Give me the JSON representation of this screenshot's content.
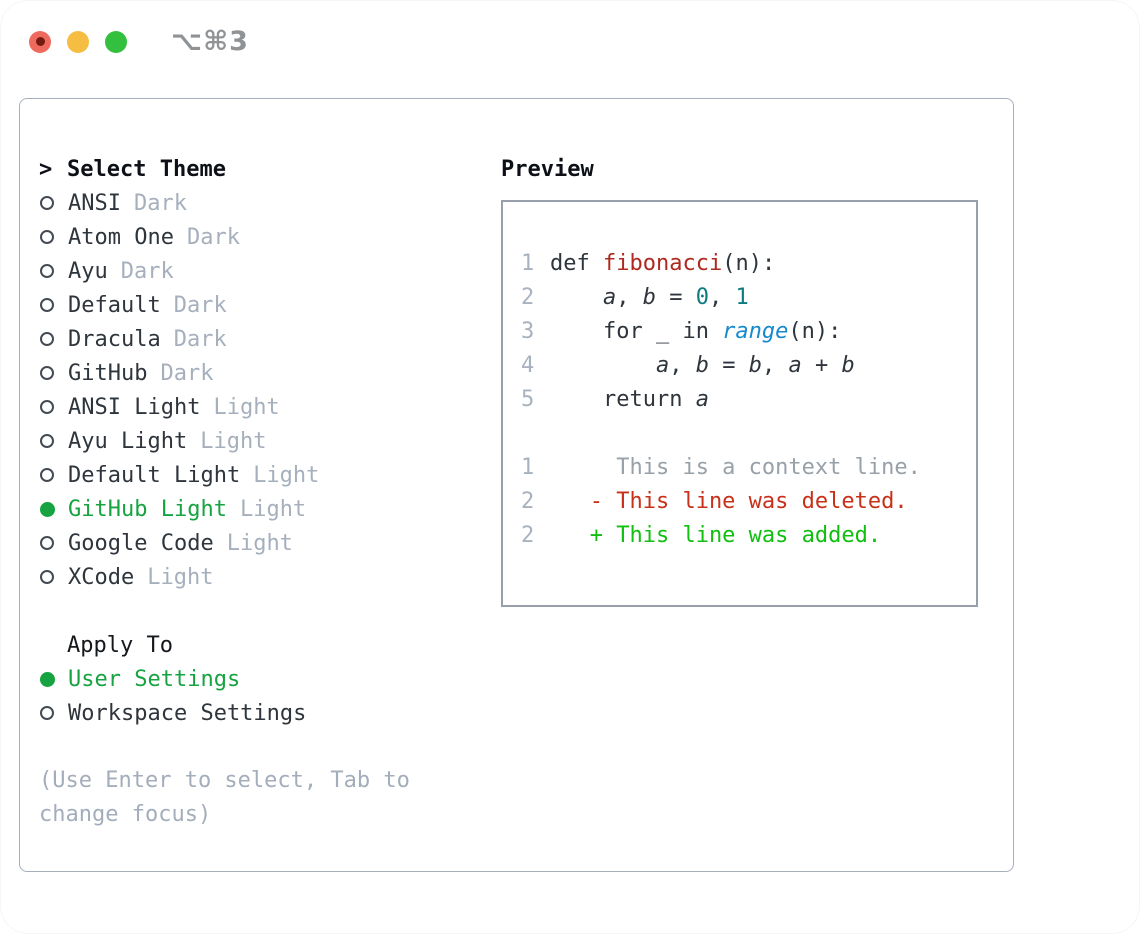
{
  "window": {
    "title": "⌥⌘3"
  },
  "colors": {
    "traffic_red": "#ee6a5e",
    "traffic_yellow": "#f5bd42",
    "traffic_green": "#33c03f",
    "selected_green": "#17a341",
    "variant_gray": "#a6b0bd",
    "panel_border": "#a7b0ba",
    "function_red": "#ae2a1e",
    "number_teal": "#0c7b80",
    "builtin_blue": "#1789ce",
    "diff_deleted_red": "#c9301a",
    "diff_added_green": "#10bf10",
    "context_gray": "#98a0a8",
    "line_number_gray": "#a8b2bf"
  },
  "theme_picker": {
    "prompt": ">",
    "header": "Select Theme",
    "items": [
      {
        "name": "ANSI",
        "variant": "Dark",
        "selected": false
      },
      {
        "name": "Atom One",
        "variant": "Dark",
        "selected": false
      },
      {
        "name": "Ayu",
        "variant": "Dark",
        "selected": false
      },
      {
        "name": "Default",
        "variant": "Dark",
        "selected": false
      },
      {
        "name": "Dracula",
        "variant": "Dark",
        "selected": false
      },
      {
        "name": "GitHub",
        "variant": "Dark",
        "selected": false
      },
      {
        "name": "ANSI Light",
        "variant": "Light",
        "selected": false
      },
      {
        "name": "Ayu Light",
        "variant": "Light",
        "selected": false
      },
      {
        "name": "Default Light",
        "variant": "Light",
        "selected": false
      },
      {
        "name": "GitHub Light",
        "variant": "Light",
        "selected": true
      },
      {
        "name": "Google Code",
        "variant": "Light",
        "selected": false
      },
      {
        "name": "XCode",
        "variant": "Light",
        "selected": false
      }
    ],
    "apply_to": {
      "header": "Apply To",
      "options": [
        {
          "label": "User Settings",
          "selected": true
        },
        {
          "label": "Workspace Settings",
          "selected": false
        }
      ]
    },
    "help_text": "(Use Enter to select, Tab to change focus)"
  },
  "preview": {
    "header": "Preview",
    "lines": [
      {
        "num": "1",
        "tokens": [
          {
            "t": "def ",
            "c": "plain"
          },
          {
            "t": "fibonacci",
            "c": "func"
          },
          {
            "t": "(n):",
            "c": "plain"
          }
        ]
      },
      {
        "num": "2",
        "tokens": [
          {
            "t": "    ",
            "c": "plain"
          },
          {
            "t": "a",
            "c": "var"
          },
          {
            "t": ", ",
            "c": "plain"
          },
          {
            "t": "b",
            "c": "var"
          },
          {
            "t": " = ",
            "c": "plain"
          },
          {
            "t": "0",
            "c": "number"
          },
          {
            "t": ", ",
            "c": "plain"
          },
          {
            "t": "1",
            "c": "number"
          }
        ]
      },
      {
        "num": "3",
        "tokens": [
          {
            "t": "    for _ in ",
            "c": "plain"
          },
          {
            "t": "range",
            "c": "builtin"
          },
          {
            "t": "(n):",
            "c": "plain"
          }
        ]
      },
      {
        "num": "4",
        "tokens": [
          {
            "t": "        ",
            "c": "plain"
          },
          {
            "t": "a",
            "c": "var"
          },
          {
            "t": ", ",
            "c": "plain"
          },
          {
            "t": "b",
            "c": "var"
          },
          {
            "t": " = ",
            "c": "plain"
          },
          {
            "t": "b",
            "c": "var"
          },
          {
            "t": ", ",
            "c": "plain"
          },
          {
            "t": "a",
            "c": "var"
          },
          {
            "t": " + ",
            "c": "plain"
          },
          {
            "t": "b",
            "c": "var"
          }
        ]
      },
      {
        "num": "5",
        "tokens": [
          {
            "t": "    return ",
            "c": "plain"
          },
          {
            "t": "a",
            "c": "var"
          }
        ]
      },
      {
        "num": "",
        "tokens": []
      },
      {
        "num": "1",
        "tokens": [
          {
            "t": "     This is a context line.",
            "c": "context"
          }
        ]
      },
      {
        "num": "2",
        "tokens": [
          {
            "t": "   - This line was deleted.",
            "c": "deleted"
          }
        ]
      },
      {
        "num": "2",
        "tokens": [
          {
            "t": "   + This line was added.",
            "c": "added"
          }
        ]
      }
    ]
  }
}
